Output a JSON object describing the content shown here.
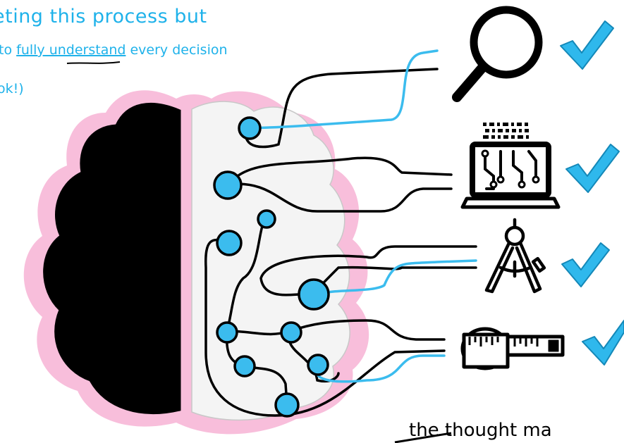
{
  "notes": {
    "line1": "eting this process but",
    "line2_prefix": "to ",
    "line2_underlined": "fully understand",
    "line2_suffix": " every decision",
    "line3": "ok!)"
  },
  "footer_text": "the thought ma",
  "colors": {
    "accent_blue": "#3bbcee",
    "brain_pink": "#f8bedb",
    "ink": "#000000",
    "check_blue": "#2fb8ec"
  },
  "icons": [
    "magnifier-icon",
    "laptop-circuit-icon",
    "drafting-compass-icon",
    "tape-measure-icon"
  ]
}
